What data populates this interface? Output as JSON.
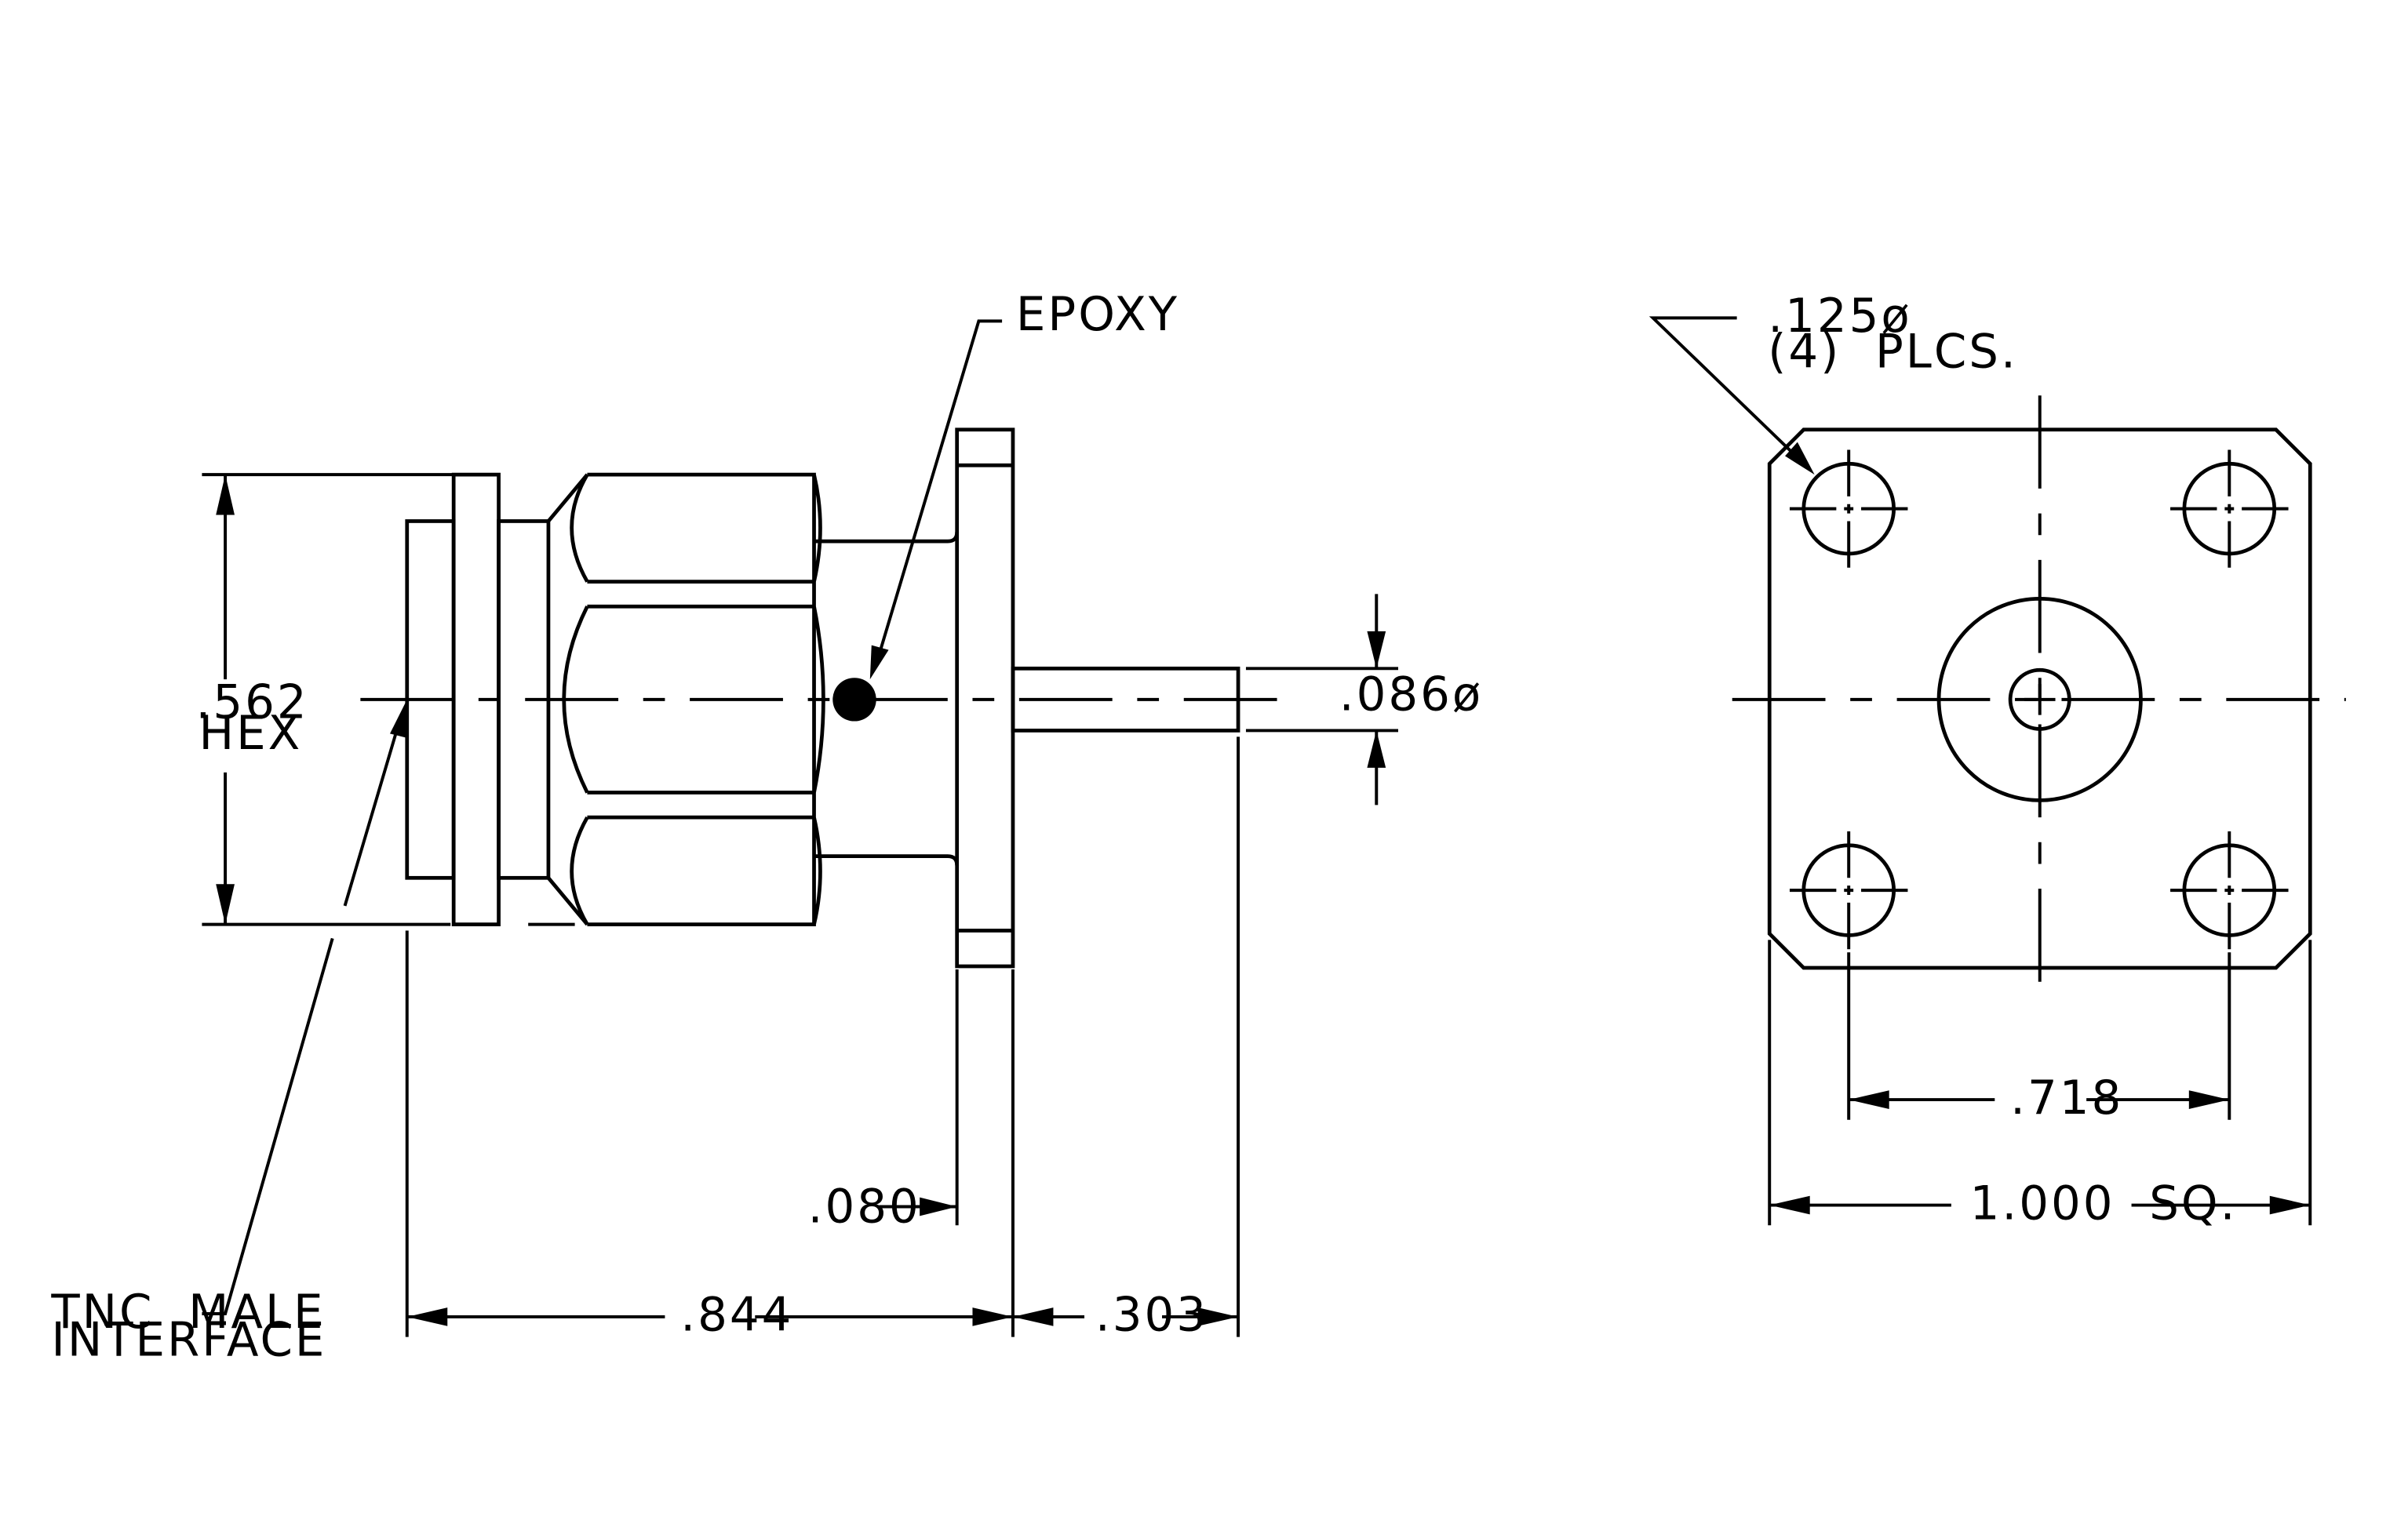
{
  "side_view": {
    "callout_epoxy": "EPOXY",
    "dim_hex_value": ".562",
    "dim_hex_suffix": "HEX",
    "dim_pin_diameter": ".086ø",
    "dim_flange_thickness": ".080",
    "dim_overall_length": ".844",
    "dim_pin_length": ".303",
    "callout_interface_line1": "TNC  MALE",
    "callout_interface_line2": "INTERFACE"
  },
  "front_view": {
    "callout_hole_diameter": ".125ø",
    "callout_hole_count": "(4)  PLCS.",
    "dim_hole_spacing": ".718",
    "dim_flange_width": "1.000  SQ."
  }
}
